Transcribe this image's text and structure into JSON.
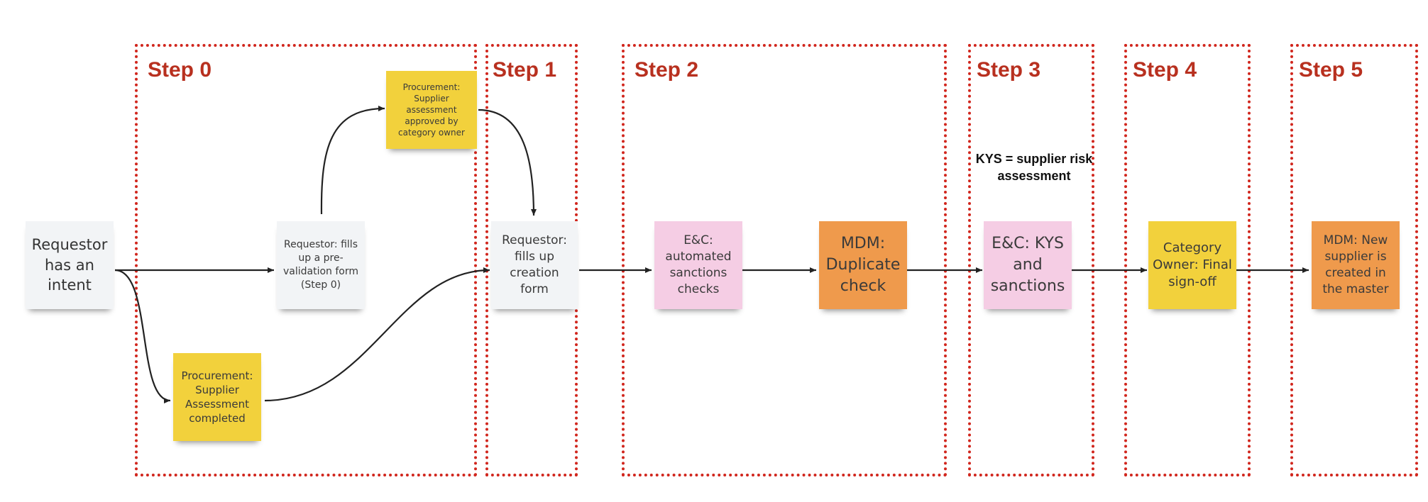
{
  "steps": [
    {
      "id": "step0",
      "label": "Step 0"
    },
    {
      "id": "step1",
      "label": "Step 1"
    },
    {
      "id": "step2",
      "label": "Step 2"
    },
    {
      "id": "step3",
      "label": "Step 3"
    },
    {
      "id": "step4",
      "label": "Step 4"
    },
    {
      "id": "step5",
      "label": "Step 5"
    }
  ],
  "notes": {
    "requestor_intent": "Requestor has an intent",
    "requestor_prevalidation": "Requestor: fills up a pre-validation form (Step 0)",
    "procurement_approved": "Procurement: Supplier assessment approved by category owner",
    "procurement_completed": "Procurement: Supplier Assessment completed",
    "requestor_creation": "Requestor: fills up creation form",
    "ec_automated": "E&C: automated sanctions checks",
    "mdm_duplicate": "MDM: Duplicate check",
    "ec_kys": "E&C: KYS and sanctions",
    "category_owner": "Category Owner: Final sign-off",
    "mdm_new_supplier": "MDM: New supplier is created in the master"
  },
  "annotation": {
    "kys_definition": "KYS = supplier risk assessment"
  },
  "colors": {
    "border": "#d1261d",
    "step_label": "#b8301f",
    "white_note": "#f2f4f6",
    "yellow_note": "#f2d13c",
    "pink_note": "#f5cde4",
    "orange_note": "#ef9a4c"
  }
}
